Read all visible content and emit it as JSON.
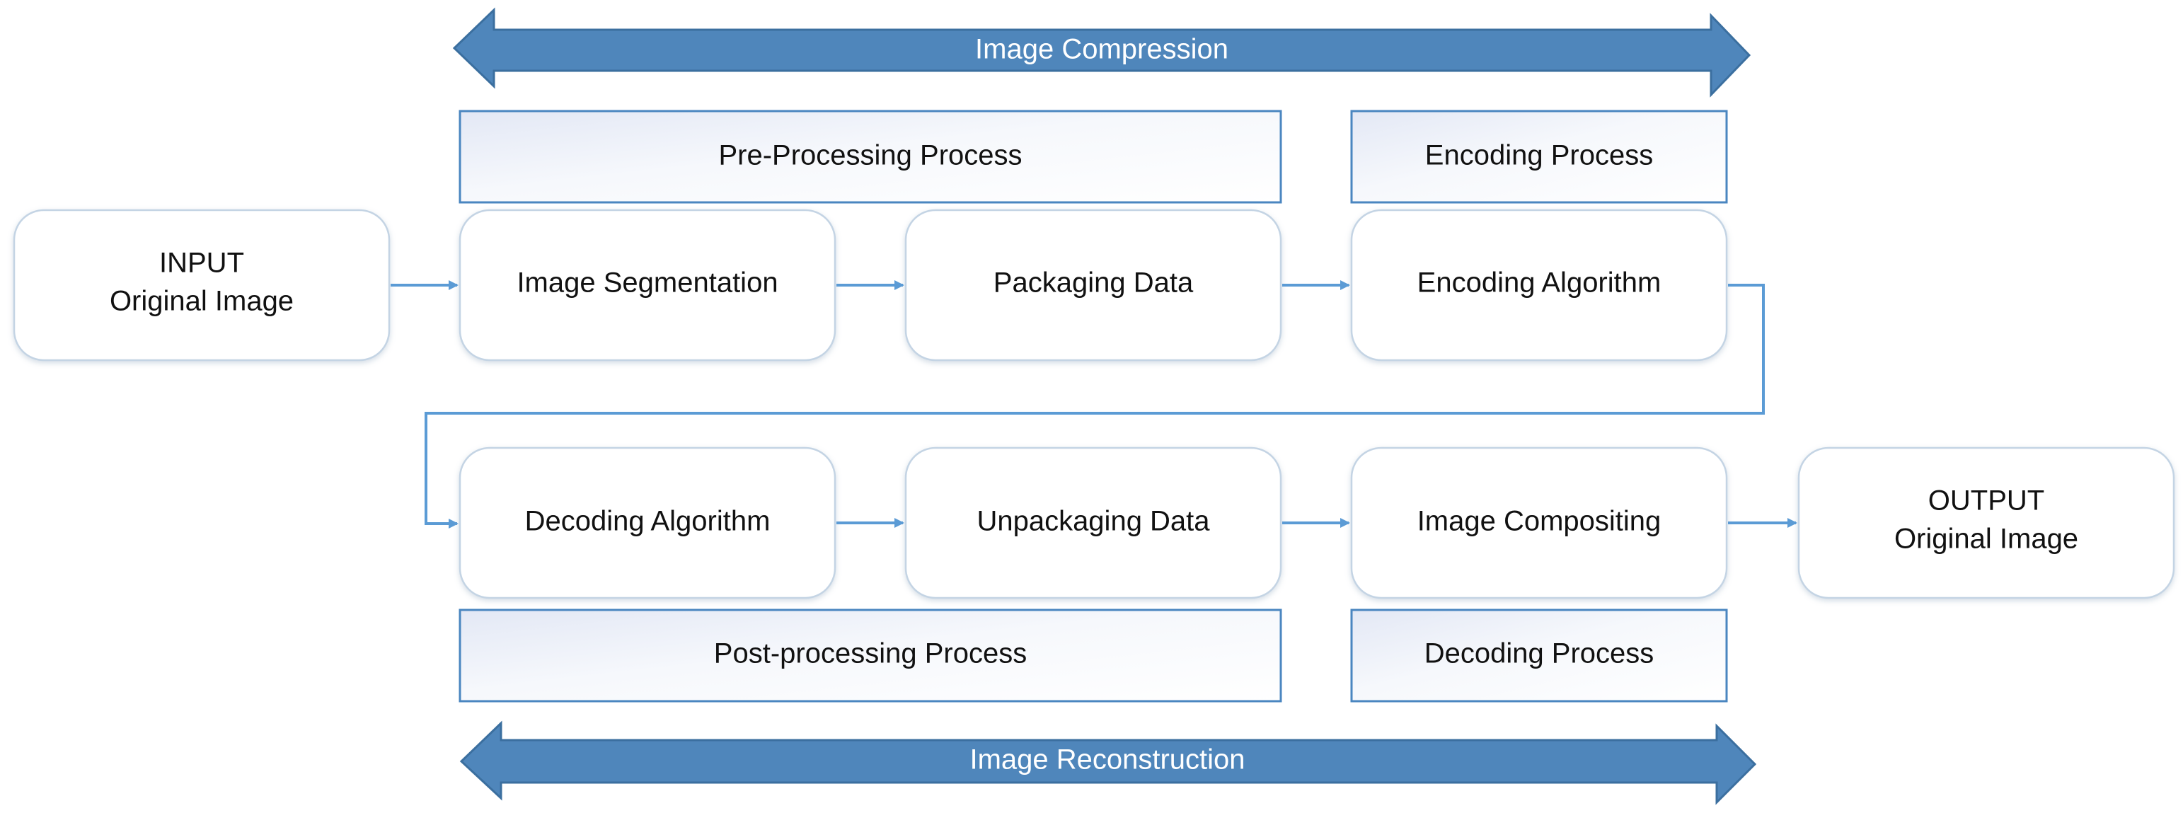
{
  "banners": {
    "compression": "Image Compression",
    "reconstruction": "Image Reconstruction"
  },
  "groups": {
    "pre_processing": "Pre-Processing Process",
    "encoding": "Encoding Process",
    "post_processing": "Post-processing Process",
    "decoding": "Decoding Process"
  },
  "nodes": {
    "input": {
      "line1": "INPUT",
      "line2": "Original Image"
    },
    "image_segmentation": "Image Segmentation",
    "packaging_data": "Packaging Data",
    "encoding_algorithm": "Encoding Algorithm",
    "decoding_algorithm": "Decoding Algorithm",
    "unpackaging_data": "Unpackaging Data",
    "image_compositing": "Image Compositing",
    "output": {
      "line1": "OUTPUT",
      "line2": "Original Image"
    }
  },
  "colors": {
    "banner_fill": "#4f86bb",
    "banner_stroke": "#3b6f9f",
    "group_border": "#4a86c0",
    "node_border": "#c4d4e4",
    "connector": "#5b9bd5",
    "text": "#111111"
  }
}
